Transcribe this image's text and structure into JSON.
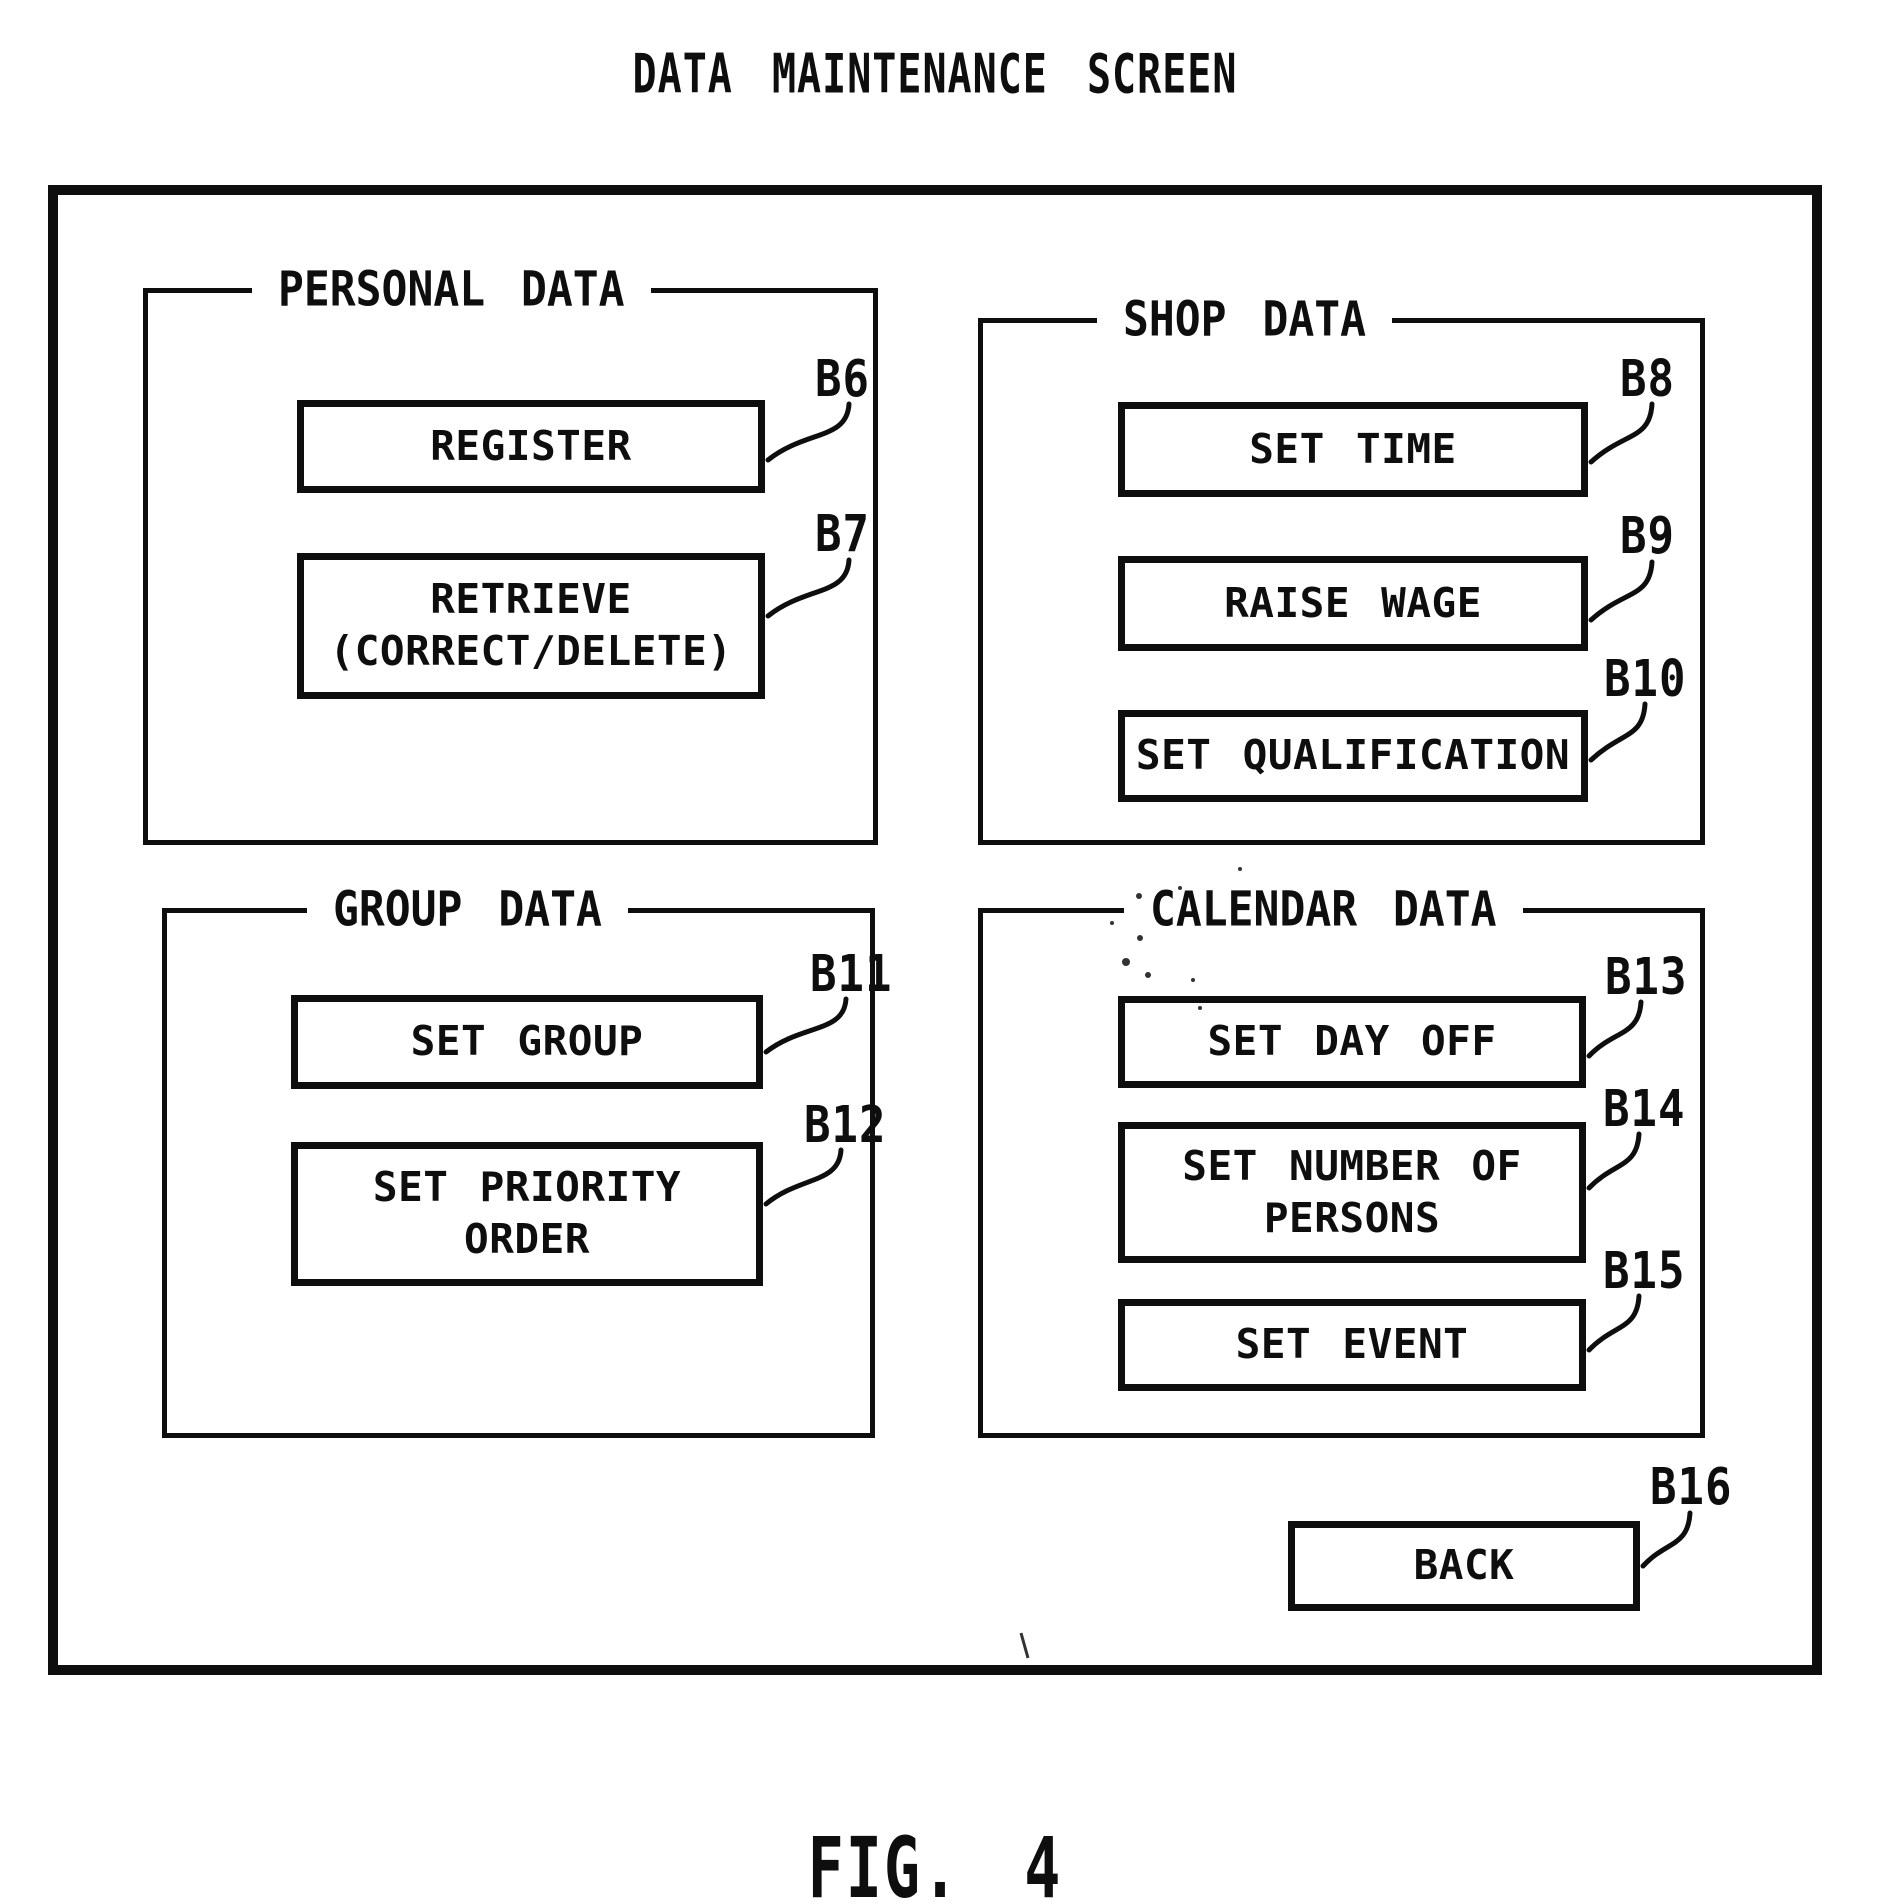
{
  "title": "DATA MAINTENANCE SCREEN",
  "figure_caption": "FIG. 4",
  "colors": {
    "ink": "#0e0e0e",
    "paper": "#ffffff"
  },
  "groups": [
    {
      "id": "personal-data",
      "label": "PERSONAL DATA",
      "buttons": [
        {
          "ref": "B6",
          "label": "REGISTER"
        },
        {
          "ref": "B7",
          "label": "RETRIEVE\n(CORRECT/DELETE)"
        }
      ]
    },
    {
      "id": "shop-data",
      "label": "SHOP DATA",
      "buttons": [
        {
          "ref": "B8",
          "label": "SET TIME"
        },
        {
          "ref": "B9",
          "label": "RAISE WAGE"
        },
        {
          "ref": "B10",
          "label": "SET QUALIFICATION"
        }
      ]
    },
    {
      "id": "group-data",
      "label": "GROUP DATA",
      "buttons": [
        {
          "ref": "B11",
          "label": "SET GROUP"
        },
        {
          "ref": "B12",
          "label": "SET PRIORITY\nORDER"
        }
      ]
    },
    {
      "id": "calendar-data",
      "label": "CALENDAR DATA",
      "buttons": [
        {
          "ref": "B13",
          "label": "SET DAY OFF"
        },
        {
          "ref": "B14",
          "label": "SET NUMBER OF\nPERSONS"
        },
        {
          "ref": "B15",
          "label": "SET EVENT"
        }
      ]
    }
  ],
  "back": {
    "ref": "B16",
    "label": "BACK"
  }
}
